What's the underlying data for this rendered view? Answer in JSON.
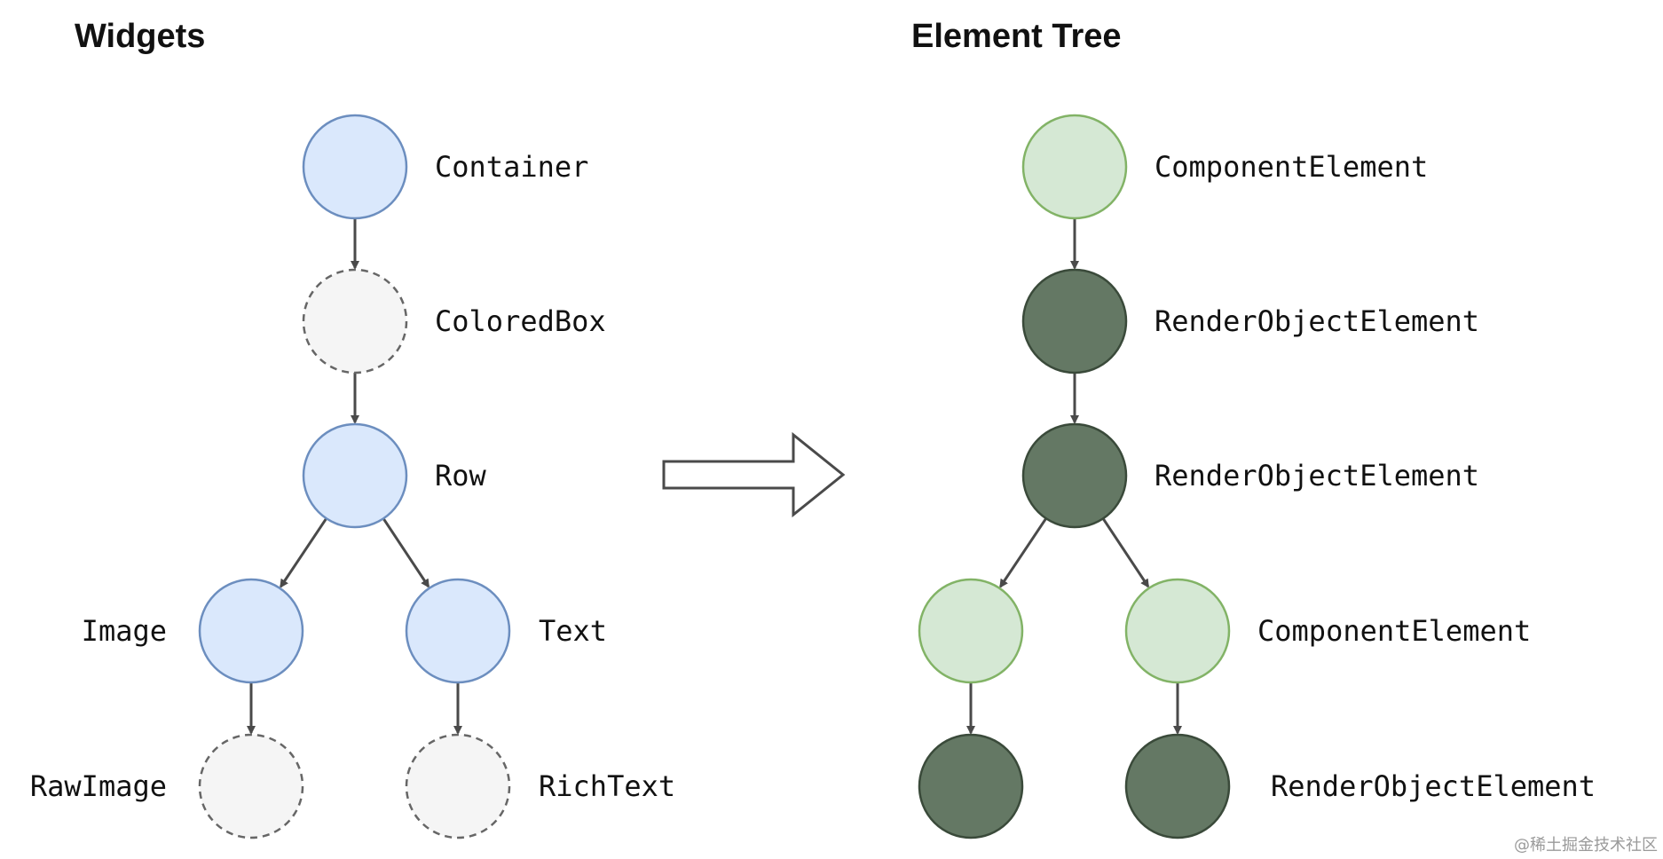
{
  "widgets": {
    "title": "Widgets",
    "nodes": {
      "container": {
        "label": "Container",
        "style": "widget"
      },
      "colored_box": {
        "label": "ColoredBox",
        "style": "virtual"
      },
      "row": {
        "label": "Row",
        "style": "widget"
      },
      "image": {
        "label": "Image",
        "style": "widget"
      },
      "text": {
        "label": "Text",
        "style": "widget"
      },
      "raw_image": {
        "label": "RawImage",
        "style": "virtual"
      },
      "rich_text": {
        "label": "RichText",
        "style": "virtual"
      }
    }
  },
  "element_tree": {
    "title": "Element Tree",
    "nodes": {
      "root": {
        "label": "ComponentElement",
        "style": "component"
      },
      "render_1": {
        "label": "RenderObjectElement",
        "style": "render"
      },
      "render_2": {
        "label": "RenderObjectElement",
        "style": "render"
      },
      "component_left": {
        "label": "",
        "style": "component"
      },
      "component_right": {
        "label": "ComponentElement",
        "style": "component"
      },
      "render_left": {
        "label": "",
        "style": "render"
      },
      "render_right": {
        "label": "RenderObjectElement",
        "style": "render"
      }
    }
  },
  "edges": [
    [
      "container",
      "colored_box"
    ],
    [
      "colored_box",
      "row"
    ],
    [
      "row",
      "image"
    ],
    [
      "row",
      "text"
    ],
    [
      "image",
      "raw_image"
    ],
    [
      "text",
      "rich_text"
    ],
    [
      "root",
      "render_1"
    ],
    [
      "render_1",
      "render_2"
    ],
    [
      "render_2",
      "component_left"
    ],
    [
      "render_2",
      "component_right"
    ],
    [
      "component_left",
      "render_left"
    ],
    [
      "component_right",
      "render_right"
    ]
  ],
  "node_styles": {
    "widget": {
      "fill": "#dae8fc",
      "stroke": "#6c8ebf",
      "dashed": false
    },
    "virtual": {
      "fill": "#f5f5f5",
      "stroke": "#666666",
      "dashed": true
    },
    "component": {
      "fill": "#d5e8d4",
      "stroke": "#82b366",
      "dashed": false
    },
    "render": {
      "fill": "#647864",
      "stroke": "#3a4a3a",
      "dashed": false
    }
  },
  "watermark": "@稀土掘金技术社区"
}
